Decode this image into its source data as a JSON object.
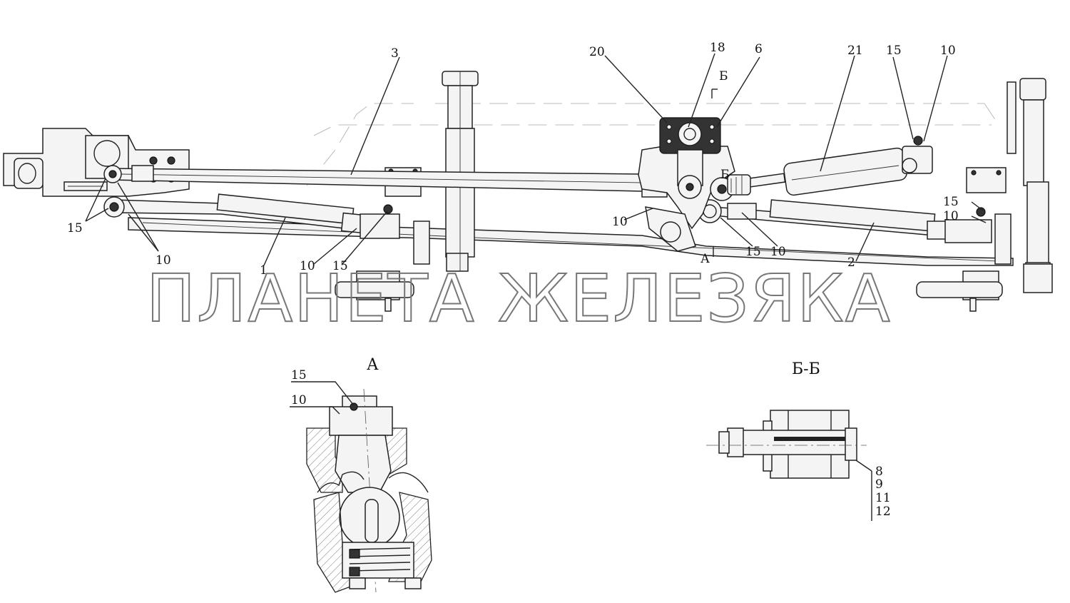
{
  "watermark": "ПЛАНЕТА ЖЕЛЕЗЯКА",
  "main_view": {
    "callouts": {
      "c3": "3",
      "c20": "20",
      "c18": "18",
      "c6": "6",
      "c21": "21",
      "c15_tr": "15",
      "c10_tr": "10",
      "c15_left": "15",
      "c10_left": "10",
      "c1": "1",
      "c10_mid": "10",
      "c15_mid": "15",
      "c10_center": "10",
      "c15_center": "15",
      "c10_center2": "10",
      "c2": "2",
      "c15_right": "15",
      "c10_right": "10",
      "sec_B": "Б",
      "sec_B2": "Б",
      "sec_A": "А"
    }
  },
  "view_a": {
    "title": "А",
    "callouts": {
      "c15": "15",
      "c10": "10"
    }
  },
  "section_bb": {
    "title": "Б-Б",
    "callouts": {
      "c8": "8",
      "c9": "9",
      "c11": "11",
      "c12": "12"
    }
  }
}
